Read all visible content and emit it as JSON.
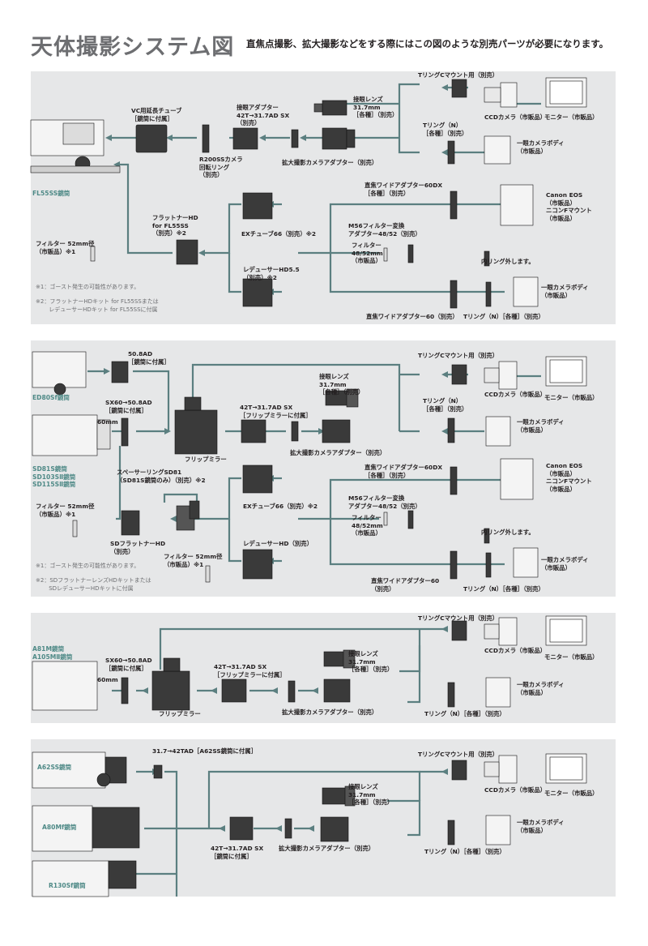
{
  "title": "天体撮影システム図",
  "subtitle": "直焦点撮影、拡大撮影などをする際にはこの図のような別売パーツが必要になります。",
  "colors": {
    "panel": "#e6e7e8",
    "line": "#5b7f80",
    "telescope_label": "#4f8a87",
    "part": "#3a3a3a"
  },
  "panel1": {
    "telescope": "FL55SS鏡筒",
    "vc_tube": "VC用延長チューブ\n［鏡筒に付属］",
    "rotating_ring": "R200SSカメラ\n回転リング\n（別売）",
    "adapter_42t": "接眼アダプター\n42T→31.7AD SX\n（別売）",
    "eyepiece": "接眼レンズ\n31.7mm\n［各種］（別売）",
    "t_ring_c": "TリングCマウント用（別売）",
    "ccd": "CCDカメラ（市販品）",
    "monitor": "モニター（市販品）",
    "t_ring_n": "Tリング（N）\n［各種］（別売）",
    "slr_body_1": "一眼カメラボディ\n（市販品）",
    "magnify_adapter": "拡大撮影カメラアダプター（別売）",
    "wide_60dx": "直焦ワイドアダプター60DX\n［各種］（別売）",
    "canon": "Canon EOS\n（市販品）\nニコンFマウント\n（市販品）",
    "flattener": "フラットナーHD\nfor FL55SS\n（別売）※2",
    "ex_tube": "EXチューブ66（別売）※2",
    "m56": "M56フィルター変換\nアダプター48/52（別売）",
    "filter_4852": "フィルター\n48/52mm\n（市販品）",
    "inner_ring": "内リング外します。",
    "filter_52": "フィルター 52mm径\n（市販品）※1",
    "reducer": "レデューサーHD5.5\n（別売）※2",
    "slr_body_2": "一眼カメラボディ\n（市販品）",
    "wide_60": "直焦ワイドアダプター60（別売）",
    "t_ring_n2": "Tリング（N）［各種］（別売）",
    "note1": "※1：ゴースト発生の可能性があります。",
    "note2": "※2：フラットナーHDキット for FL55SSまたは\n　　 レデューサーHDキット for FL55SSに付属"
  },
  "panel2": {
    "telescope_a": "ED80Sf鏡筒",
    "telescope_b": "SD81S鏡筒\nSD103SⅡ鏡筒\nSD115SⅡ鏡筒",
    "ad_508": "50.8AD\n［鏡筒に付属］",
    "sx60": "SX60→50.8AD\n［鏡筒に付属］",
    "mm60": "60mm",
    "flip_mirror": "フリップミラー",
    "adapter_42t": "42T→31.7AD SX\n［フリップミラーに付属］",
    "eyepiece": "接眼レンズ\n31.7mm\n［各種］（別売）",
    "magnify_adapter": "拡大撮影カメラアダプター（別売）",
    "t_ring_c": "TリングCマウント用（別売）",
    "ccd": "CCDカメラ（市販品）",
    "monitor": "モニター（市販品）",
    "t_ring_n": "Tリング（N）\n［各種］（別売）",
    "slr_body_1": "一眼カメラボディ\n（市販品）",
    "wide_60dx": "直焦ワイドアダプター60DX\n［各種］（別売）",
    "canon": "Canon EOS\n（市販品）\nニコンFマウント\n（市販品）",
    "spacer": "スペーサーリングSD81\n（SD81S鏡筒のみ）（別売）※2",
    "ex_tube": "EXチューブ66（別売）※2",
    "m56": "M56フィルター変換\nアダプター48/52（別売）",
    "filter_4852": "フィルター\n48/52mm\n（市販品）",
    "inner_ring": "内リング外します。",
    "filter_52a": "フィルター 52mm径\n（市販品）※1",
    "sd_flattener": "SDフラットナーHD\n（別売）",
    "reducer": "レデューサーHD（別売）",
    "filter_52b": "フィルター 52mm径\n（市販品）※1",
    "wide_60": "直焦ワイドアダプター60\n（別売）",
    "t_ring_n2": "Tリング（N）［各種］（別売）",
    "slr_body_2": "一眼カメラボディ\n（市販品）",
    "note1": "※1：ゴースト発生の可能性があります。",
    "note2": "※2：SDフラットナーレンズHDキットまたは\n　　 SDレデューサーHDキットに付属"
  },
  "panel3": {
    "telescope": "A81M鏡筒\nA105MⅡ鏡筒",
    "sx60": "SX60→50.8AD\n［鏡筒に付属］",
    "mm60": "60mm",
    "flip_mirror": "フリップミラー",
    "adapter_42t": "42T→31.7AD SX\n［フリップミラーに付属］",
    "eyepiece": "接眼レンズ\n31.7mm\n［各種］（別売）",
    "magnify_adapter": "拡大撮影カメラアダプター（別売）",
    "t_ring_c": "TリングCマウント用（別売）",
    "ccd": "CCDカメラ（市販品）",
    "monitor": "モニター（市販品）",
    "slr_body": "一眼カメラボディ\n（市販品）",
    "t_ring_n": "Tリング（N）［各種］（別売）"
  },
  "panel4": {
    "telescope_a": "A62SS鏡筒",
    "telescope_b": "A80Mf鏡筒",
    "telescope_c": "R130Sf鏡筒",
    "tad": "31.7→42TAD［A62SS鏡筒に付属］",
    "adapter_42t": "42T→31.7AD SX\n［鏡筒に付属］",
    "eyepiece": "接眼レンズ\n31.7mm\n［各種］（別売）",
    "magnify_adapter": "拡大撮影カメラアダプター（別売）",
    "t_ring_c": "TリングCマウント用（別売）",
    "ccd": "CCDカメラ（市販品）",
    "monitor": "モニター（市販品）",
    "slr_body": "一眼カメラボディ\n（市販品）",
    "t_ring_n": "Tリング（N）［各種］（別売）"
  }
}
